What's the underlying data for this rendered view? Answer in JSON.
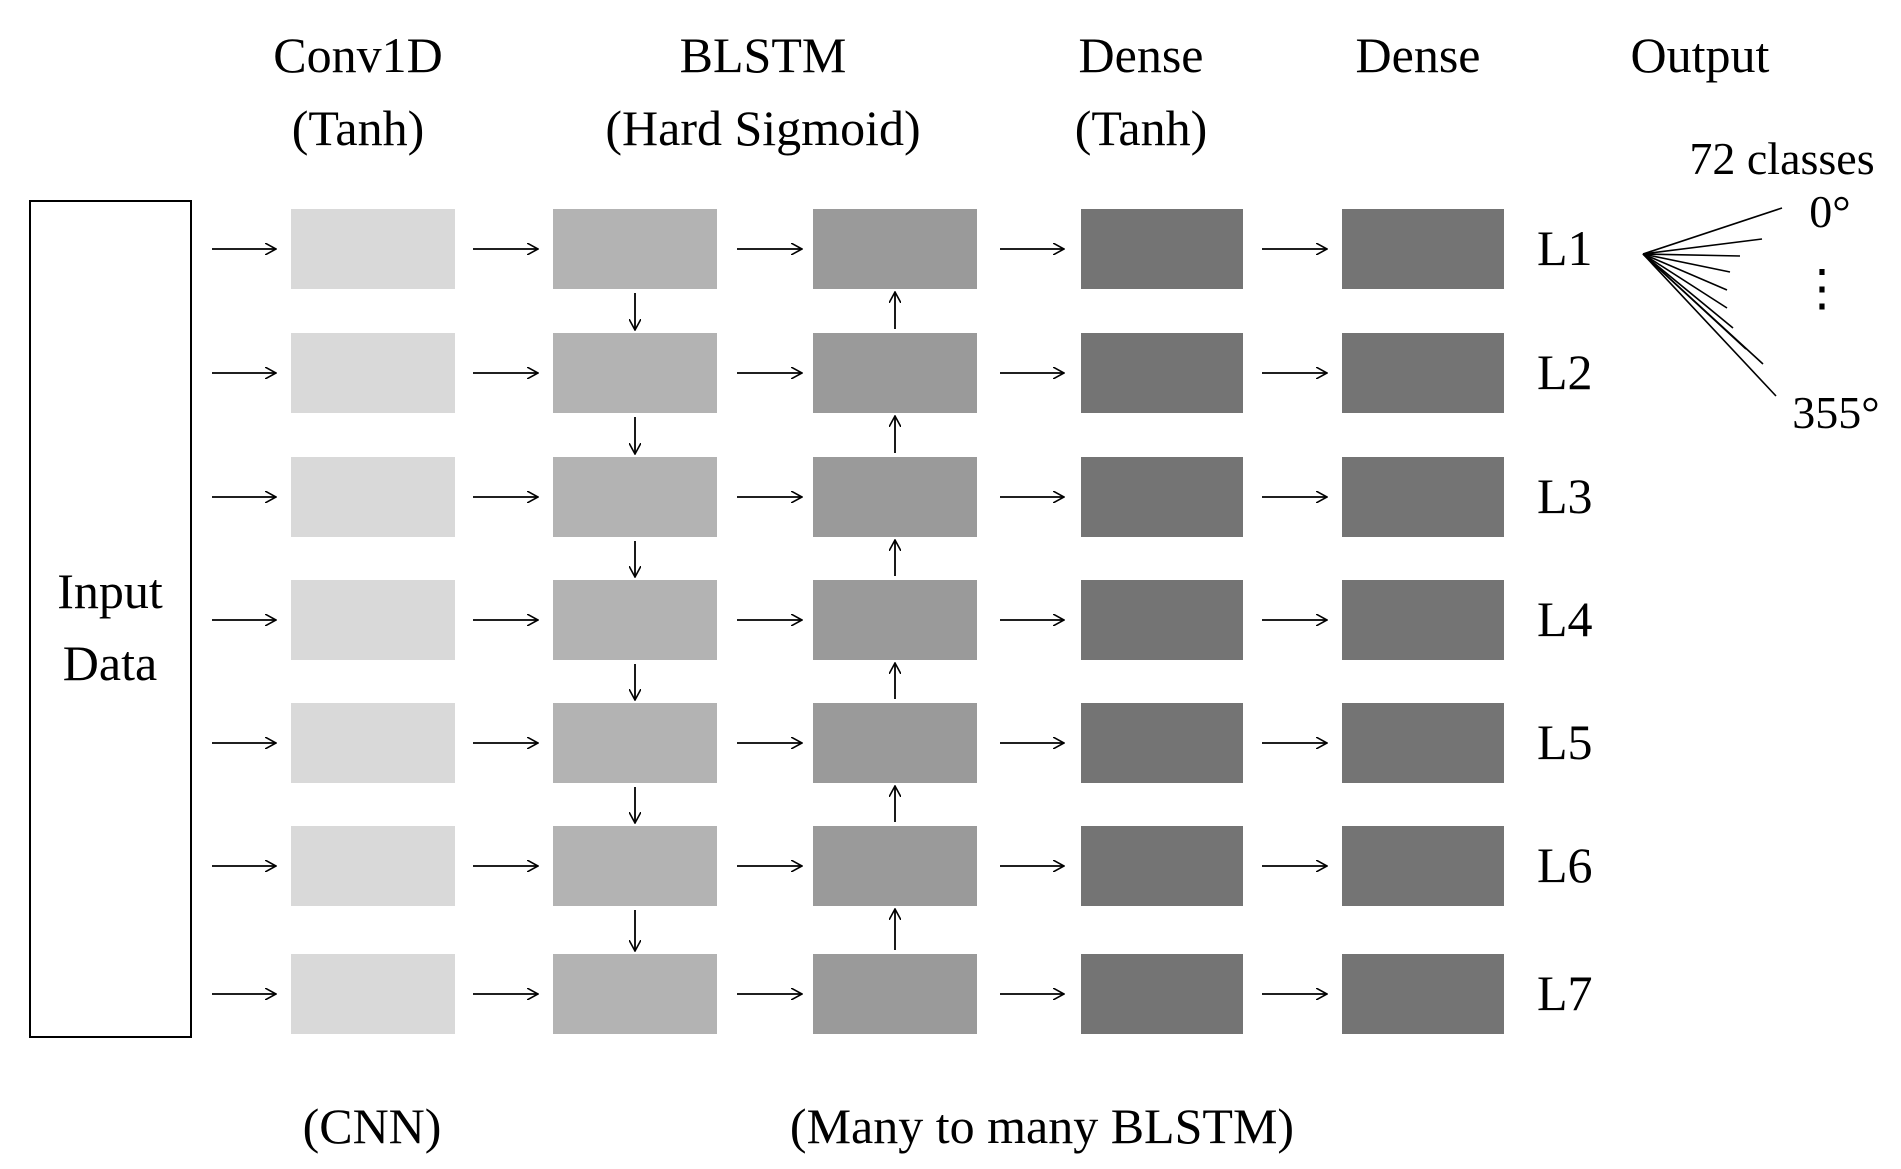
{
  "headers": {
    "conv1d": "Conv1D",
    "conv1d_act": "(Tanh)",
    "blstm": "BLSTM",
    "blstm_act": "(Hard Sigmoid)",
    "dense1": "Dense",
    "dense1_act": "(Tanh)",
    "dense2": "Dense",
    "output": "Output"
  },
  "input": {
    "line1": "Input",
    "line2": "Data"
  },
  "rows": [
    "L1",
    "L2",
    "L3",
    "L4",
    "L5",
    "L6",
    "L7"
  ],
  "output_fan": {
    "classes_label": "72 classes",
    "first_label": "0°",
    "ellipsis": "⋮",
    "last_label": "355°"
  },
  "footer": {
    "cnn": "(CNN)",
    "blstm": "(Many to many BLSTM)"
  },
  "colors": {
    "conv": "#d9d9d9",
    "blstm_fwd": "#b3b3b3",
    "blstm_bwd": "#9a9a9a",
    "dense": "#747474",
    "stroke": "#000000"
  }
}
